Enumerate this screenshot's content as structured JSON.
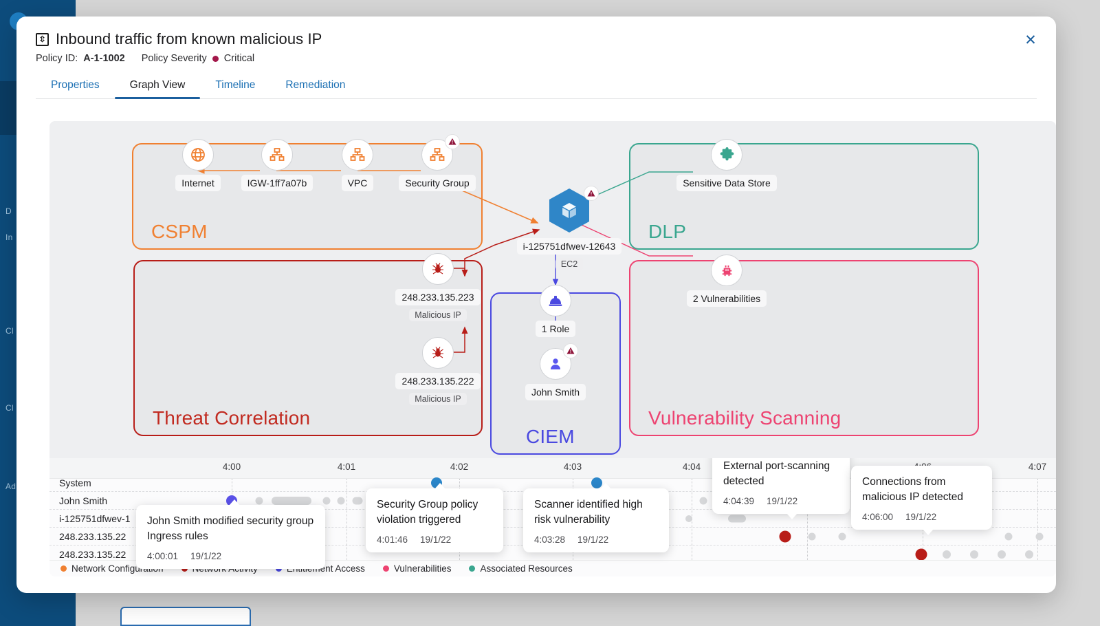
{
  "background": {
    "sidebar_items": [
      "D",
      "In",
      "Cl",
      "Cl",
      "Ad"
    ]
  },
  "modal": {
    "title": "Inbound traffic from known malicious IP",
    "title_icon": "insight-icon",
    "close_icon": "close-icon",
    "policy_id_label": "Policy ID:",
    "policy_id_value": "A-1-1002",
    "severity_label": "Policy Severity",
    "severity_value": "Critical",
    "severity_color": "#a3174a",
    "tabs": [
      {
        "label": "Properties",
        "active": false
      },
      {
        "label": "Graph View",
        "active": true
      },
      {
        "label": "Timeline",
        "active": false
      },
      {
        "label": "Remediation",
        "active": false
      }
    ]
  },
  "graph": {
    "groups": [
      {
        "id": "cspm",
        "label": "CSPM",
        "color": "#f08031"
      },
      {
        "id": "threat",
        "label": "Threat Correlation",
        "color": "#c12a20"
      },
      {
        "id": "dlp",
        "label": "DLP",
        "color": "#3aa68f"
      },
      {
        "id": "vuln",
        "label": "Vulnerability Scanning",
        "color": "#ed4371"
      },
      {
        "id": "ciem",
        "label": "CIEM",
        "color": "#4a49e0"
      }
    ],
    "nodes": {
      "internet": {
        "label": "Internet",
        "icon": "globe-icon"
      },
      "igw": {
        "label": "IGW-1ff7a07b",
        "icon": "network-icon"
      },
      "vpc": {
        "label": "VPC",
        "icon": "network-icon"
      },
      "security_group": {
        "label": "Security Group",
        "icon": "network-icon",
        "warning": true
      },
      "ec2": {
        "label": "i-125751dfwev-12643",
        "sub": "EC2",
        "icon": "cube-icon",
        "warning": true
      },
      "data_store": {
        "label": "Sensitive Data Store",
        "icon": "puzzle-icon"
      },
      "malicious_ip_1": {
        "label": "248.233.135.223",
        "sub": "Malicious IP",
        "icon": "spider-icon"
      },
      "malicious_ip_2": {
        "label": "248.233.135.222",
        "sub": "Malicious IP",
        "icon": "spider-icon"
      },
      "vulnerabilities": {
        "label": "2 Vulnerabilities",
        "icon": "bug-icon"
      },
      "role": {
        "label": "1 Role",
        "icon": "hardhat-icon"
      },
      "user": {
        "label": "John Smith",
        "icon": "user-icon",
        "warning": true
      }
    }
  },
  "timeline": {
    "ticks": [
      "4:00",
      "4:01",
      "4:02",
      "4:03",
      "4:04",
      "4:06",
      "4:07"
    ],
    "rows": [
      "System",
      "John Smith",
      "i-125751dfwev-1",
      "248.233.135.22",
      "248.233.135.22"
    ],
    "legend": [
      {
        "label": "Network Configuration",
        "color": "#f08031"
      },
      {
        "label": "Network Activity",
        "color": "#b81d18"
      },
      {
        "label": "Entitlement Access",
        "color": "#4a49e0"
      },
      {
        "label": "Vulnerabilities",
        "color": "#ed4371"
      },
      {
        "label": "Associated Resources",
        "color": "#3aa68f"
      }
    ],
    "events": [
      {
        "text": "John Smith modified security group Ingress rules",
        "time": "4:00:01",
        "date": "19/1/22"
      },
      {
        "text": "Security Group policy violation triggered",
        "time": "4:01:46",
        "date": "19/1/22"
      },
      {
        "text": "Scanner identified high risk vulnerability",
        "time": "4:03:28",
        "date": "19/1/22"
      },
      {
        "text": "External port-scanning detected",
        "time": "4:04:39",
        "date": "19/1/22"
      },
      {
        "text": "Connections from malicious IP detected",
        "time": "4:06:00",
        "date": "19/1/22"
      }
    ]
  }
}
